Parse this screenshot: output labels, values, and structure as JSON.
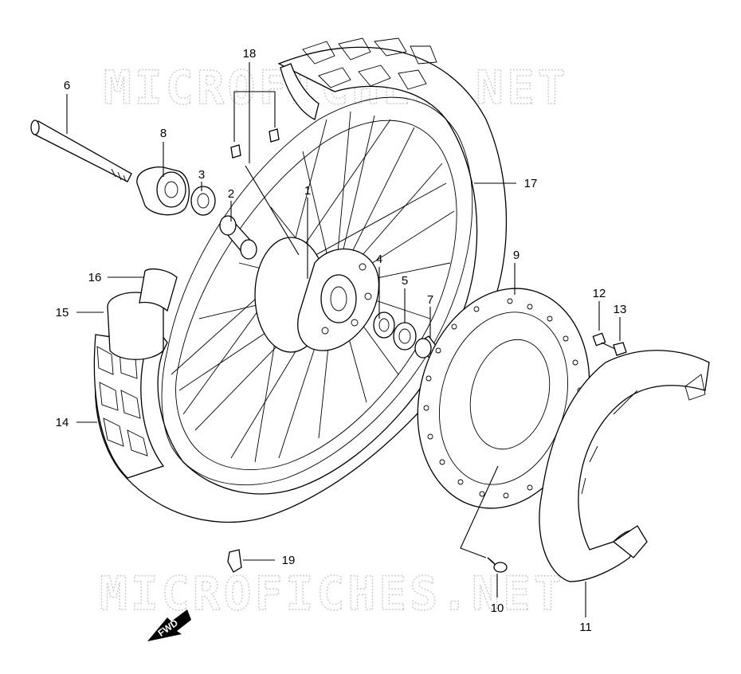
{
  "watermark": {
    "text": "MICROFICHES.NET"
  },
  "fwd_label": "FWD",
  "parts": [
    {
      "id": "p1",
      "label": "1"
    },
    {
      "id": "p2",
      "label": "2"
    },
    {
      "id": "p3",
      "label": "3"
    },
    {
      "id": "p4",
      "label": "4"
    },
    {
      "id": "p5",
      "label": "5"
    },
    {
      "id": "p6",
      "label": "6"
    },
    {
      "id": "p7",
      "label": "7"
    },
    {
      "id": "p8",
      "label": "8"
    },
    {
      "id": "p9",
      "label": "9"
    },
    {
      "id": "p10",
      "label": "10"
    },
    {
      "id": "p11",
      "label": "11"
    },
    {
      "id": "p12",
      "label": "12"
    },
    {
      "id": "p13",
      "label": "13"
    },
    {
      "id": "p14",
      "label": "14"
    },
    {
      "id": "p15",
      "label": "15"
    },
    {
      "id": "p16",
      "label": "16"
    },
    {
      "id": "p17",
      "label": "17"
    },
    {
      "id": "p18",
      "label": "18"
    },
    {
      "id": "p19",
      "label": "19"
    }
  ]
}
